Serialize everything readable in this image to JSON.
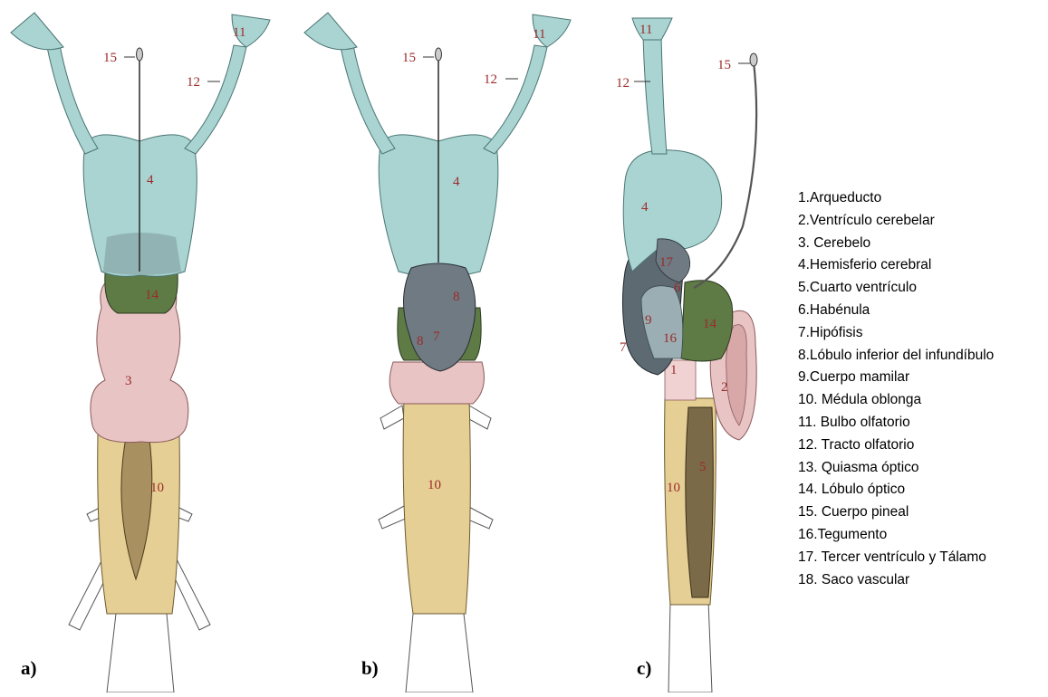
{
  "panels": [
    {
      "letter": "a)"
    },
    {
      "letter": "b)"
    },
    {
      "letter": "c)"
    }
  ],
  "colors": {
    "hemisphere": "#a9d4d2",
    "optic_lobe": "#5e7a45",
    "cerebellum": "#e8c4c4",
    "medulla": "#e6cf94",
    "infundibulum": "#6f7a82",
    "nerve": "#ffffff",
    "label": "#9b2b2b"
  },
  "legend": [
    "1.Arqueducto",
    "2.Ventrículo cerebelar",
    "3. Cerebelo",
    "4.Hemisferio cerebral",
    "5.Cuarto ventrículo",
    "6.Habénula",
    "7.Hipófisis",
    "8.Lóbulo inferior del infundíbulo",
    "9.Cuerpo mamilar",
    "10. Médula oblonga",
    "11. Bulbo olfatorio",
    "12. Tracto olfatorio",
    "13. Quiasma óptico",
    "14. Lóbulo óptico",
    "15. Cuerpo pineal",
    "16.Tegumento",
    "17. Tercer ventrículo y Tálamo",
    "18. Saco vascular"
  ],
  "labels": {
    "a": {
      "n15": "15",
      "n12": "12",
      "n11": "11",
      "n4": "4",
      "n14": "14",
      "n3": "3",
      "n10": "10"
    },
    "b": {
      "n15": "15",
      "n12": "12",
      "n11": "11",
      "n4": "4",
      "n8a": "8",
      "n8b": "8",
      "n7": "7",
      "n10": "10"
    },
    "c": {
      "n11": "11",
      "n12": "12",
      "n15": "15",
      "n4": "4",
      "n17": "17",
      "n6": "6",
      "n9": "9",
      "n16": "16",
      "n14": "14",
      "n7": "7",
      "n1": "1",
      "n2": "2",
      "n5": "5",
      "n10": "10"
    }
  }
}
